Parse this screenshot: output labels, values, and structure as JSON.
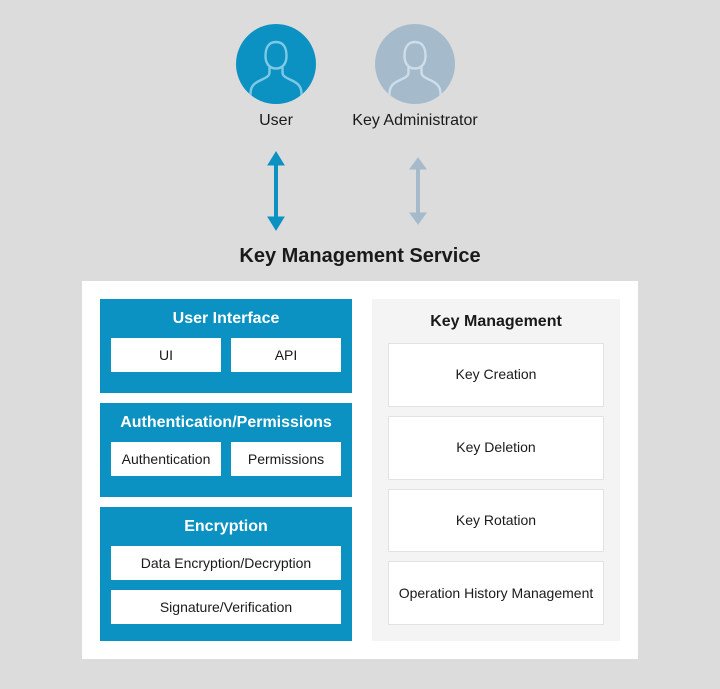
{
  "diagram": {
    "title": "Key Management Service",
    "background_color": "#dcdcdc",
    "accent_color": "#0b92c2",
    "muted_actor_color": "#a5bbcc"
  },
  "actors": [
    {
      "name": "User",
      "label": "User",
      "icon": "user-avatar-icon",
      "circle_color": "#0b92c2",
      "arrow": {
        "name": "user-connector-arrow",
        "color": "#0b92c2",
        "direction": "bidirectional"
      }
    },
    {
      "name": "Key Administrator",
      "label": "Key Administrator",
      "icon": "user-avatar-icon",
      "circle_color": "#a5bbcc",
      "arrow": {
        "name": "admin-connector-arrow",
        "color": "#a5bbcc",
        "direction": "bidirectional"
      }
    }
  ],
  "left_column": {
    "blocks": [
      {
        "title": "User Interface",
        "layout": "row",
        "items": [
          "UI",
          "API"
        ]
      },
      {
        "title": "Authentication/Permissions",
        "layout": "row",
        "items": [
          "Authentication",
          "Permissions"
        ]
      },
      {
        "title": "Encryption",
        "layout": "column",
        "items": [
          "Data Encryption/Decryption",
          "Signature/Verification"
        ]
      }
    ]
  },
  "right_column": {
    "title": "Key Management",
    "items": [
      "Key Creation",
      "Key Deletion",
      "Key Rotation",
      "Operation History Management"
    ]
  }
}
